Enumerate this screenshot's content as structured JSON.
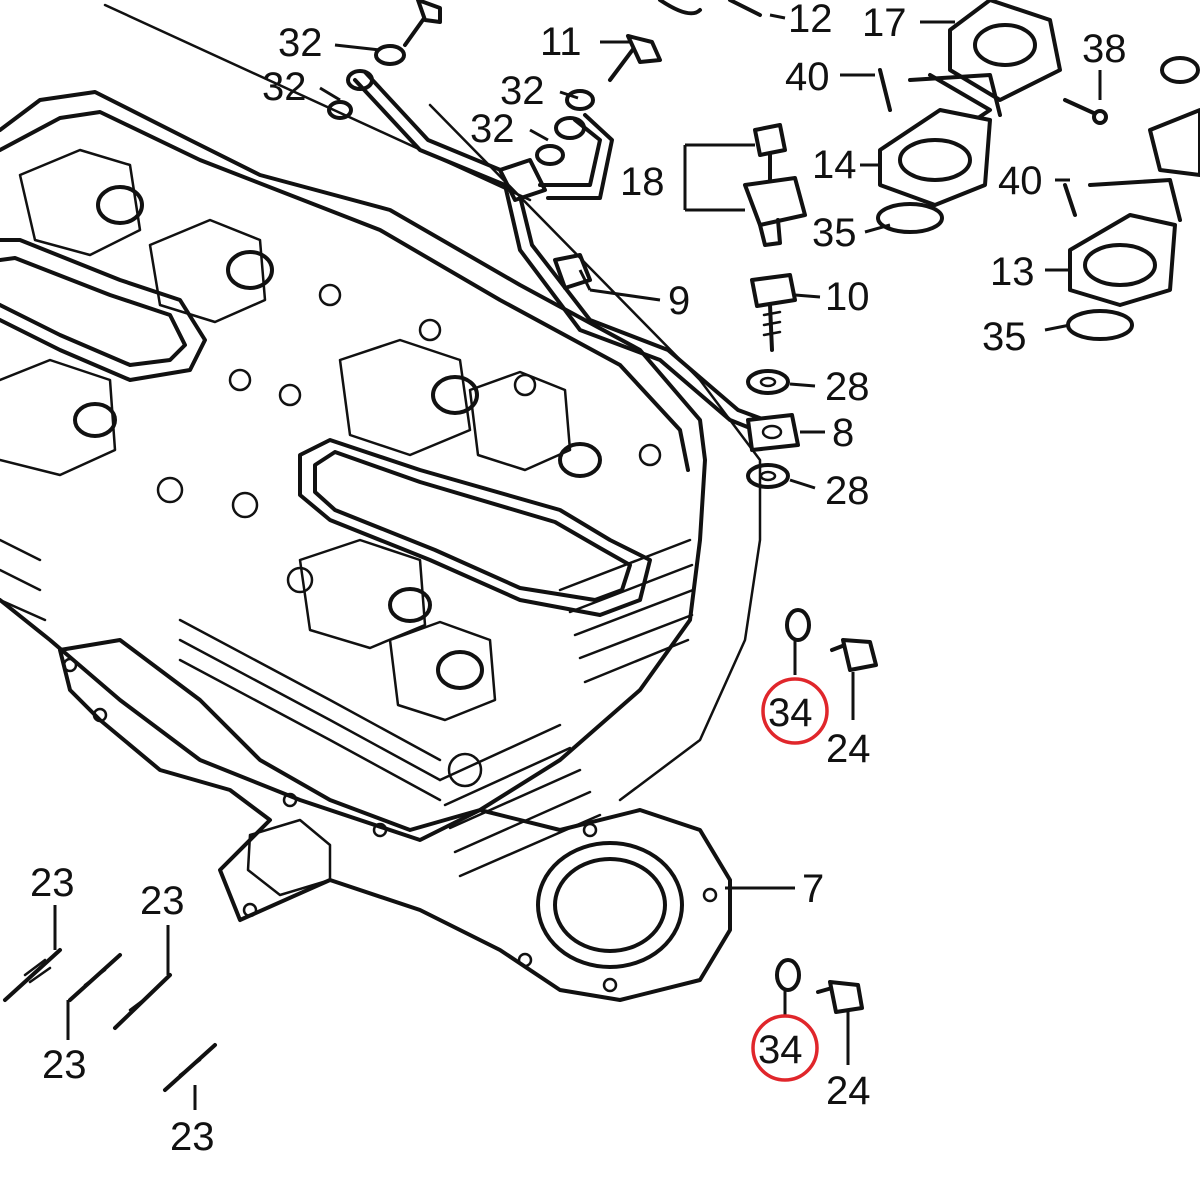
{
  "colors": {
    "ink": "#111111",
    "paper": "#ffffff",
    "highlight": "#e0262b"
  },
  "callouts": {
    "c32a": "32",
    "c32b": "32",
    "c32c": "32",
    "c32d": "32",
    "c11": "11",
    "c12": "12",
    "c17": "17",
    "c38": "38",
    "c40a": "40",
    "c40b": "40",
    "c18": "18",
    "c14": "14",
    "c13": "13",
    "c35a": "35",
    "c35b": "35",
    "c9": "9",
    "c10": "10",
    "c28a": "28",
    "c28b": "28",
    "c8": "8",
    "c34a": "34",
    "c34b": "34",
    "c24a": "24",
    "c24b": "24",
    "c7": "7",
    "c23a": "23",
    "c23b": "23",
    "c23c": "23",
    "c23d": "23"
  }
}
